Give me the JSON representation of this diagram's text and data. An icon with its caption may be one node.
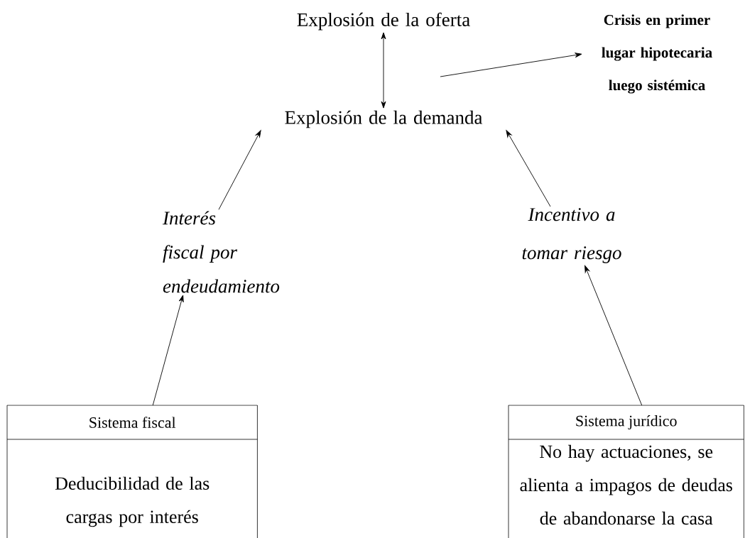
{
  "diagram": {
    "nodes": [
      {
        "text": [
          "Explosión de la oferta"
        ]
      },
      {
        "text": [
          "Crisis en primer lugar hipotecaria luego sistémica"
        ]
      },
      {
        "text": [
          "Explosión de la demanda"
        ]
      },
      {
        "text": [
          "Interés fiscal por endeudamiento"
        ]
      },
      {
        "text": [
          "Incentivo a tomar riesgo"
        ]
      },
      {
        "text": [
          "Sistema fiscal",
          "Deducibilidad de las cargas por interés"
        ]
      },
      {
        "text": [
          "Sistema jurídico",
          "No hay actuaciones, se alienta a impagos de deudas de abandonarse la casa"
        ]
      }
    ],
    "edges": [
      {
        "from": 0,
        "to": 2,
        "arrow": "both"
      },
      {
        "from": null,
        "to": 1,
        "arrow": "to"
      },
      {
        "from": 3,
        "to": 2,
        "arrow": "to"
      },
      {
        "from": 4,
        "to": 2,
        "arrow": "to"
      },
      {
        "from": 5,
        "to": 3,
        "arrow": "to"
      },
      {
        "from": 6,
        "to": 4,
        "arrow": "to"
      }
    ]
  }
}
